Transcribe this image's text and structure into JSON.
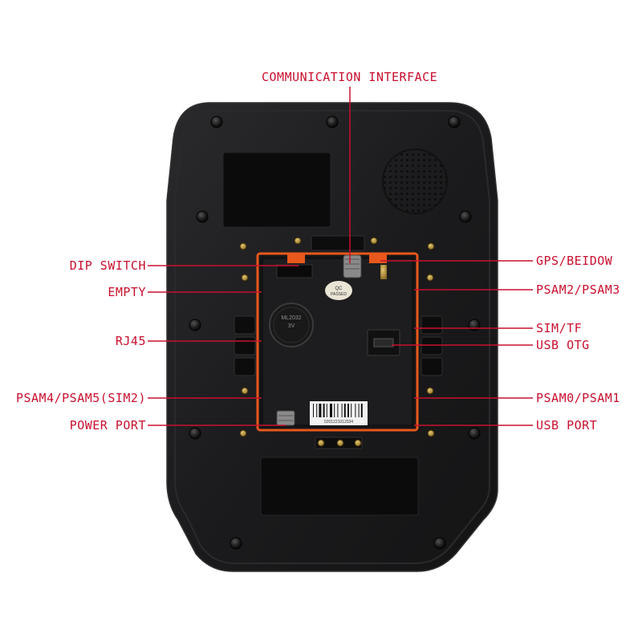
{
  "colors": {
    "label_red": "#c8102e",
    "device_body": "#1c1c1e",
    "device_edge": "#2e2e30",
    "bay_orange": "#e8581c",
    "screw_brass": "#b8963e"
  },
  "icons": [
    "screw-icon",
    "speaker-grille-icon",
    "coin-battery-icon",
    "sma-connector-icon",
    "qc-passed-sticker-icon",
    "barcode-sticker-icon"
  ],
  "stickers": {
    "qc_line1": "QC",
    "qc_line2": "PASSED",
    "battery_line1": "ML2032",
    "battery_line2": "3V",
    "barcode_number": "0201221012034"
  },
  "callouts": {
    "communication_interface": "COMMUNICATION INTERFACE",
    "dip_switch": "DIP SWITCH",
    "empty": "EMPTY",
    "rj45": "RJ45",
    "psam4_psam5": "PSAM4/PSAM5(SIM2)",
    "power_port": "POWER PORT",
    "gps_beidow": "GPS/BEIDOW",
    "psam2_psam3": "PSAM2/PSAM3",
    "sim_tf": "SIM/TF",
    "usb_otg": "USB OTG",
    "psam0_psam1": "PSAM0/PSAM1",
    "usb_port": "USB PORT"
  }
}
